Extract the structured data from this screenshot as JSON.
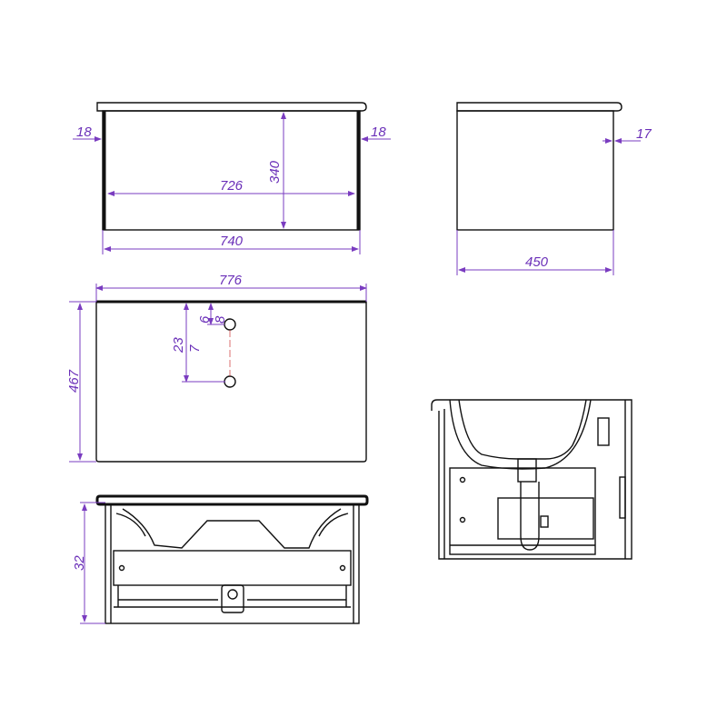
{
  "front_view": {
    "side_left": "18",
    "side_right": "18",
    "inner_width": "726",
    "height": "340",
    "outer_width": "740"
  },
  "side_view": {
    "panel": "17",
    "depth": "450"
  },
  "top_view": {
    "width": "776",
    "depth": "467",
    "hole_offset_a": "6",
    "hole_offset_b": "8",
    "hole_distance_a": "23",
    "hole_distance_b": "7"
  },
  "bottom_view": {
    "height": "32"
  },
  "colors": {
    "line": "#111111",
    "dimension": "#7a3cc0"
  }
}
